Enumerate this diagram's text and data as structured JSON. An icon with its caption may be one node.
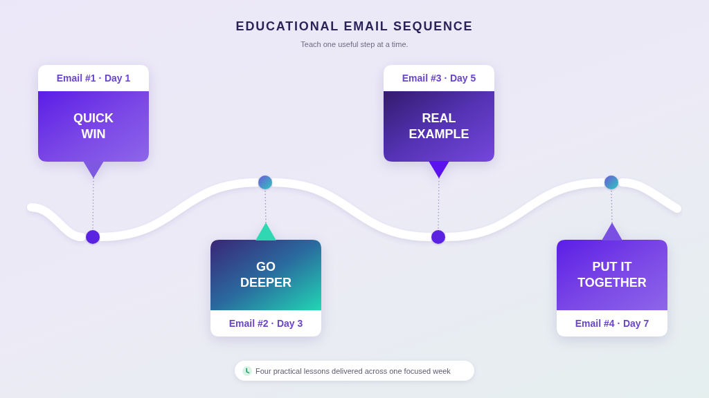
{
  "diagram": {
    "title": "EDUCATIONAL EMAIL SEQUENCE",
    "nodes": [
      {
        "text": [
          "Email #1 · Day 1",
          "QUICK WIN"
        ]
      },
      {
        "text": [
          "GO DEEPER",
          "Email #2 · Day 3"
        ]
      },
      {
        "text": [
          "Email #3 · Day 5",
          "REAL EXAMPLE"
        ]
      },
      {
        "text": [
          "PUT IT TOGETHER",
          "Email #4 · Day 7"
        ]
      },
      {
        "text": [],
        "shape": "circle"
      },
      {
        "text": [],
        "shape": "circle"
      },
      {
        "text": [],
        "shape": "circle"
      },
      {
        "text": [],
        "shape": "circle"
      }
    ],
    "edges": [
      {
        "from": 0,
        "to": 4,
        "arrow": "none",
        "style": "dashed"
      },
      {
        "from": 1,
        "to": 5,
        "arrow": "none",
        "style": "dashed"
      },
      {
        "from": 2,
        "to": 6,
        "arrow": "none",
        "style": "dashed"
      },
      {
        "from": 3,
        "to": 7,
        "arrow": "none",
        "style": "dashed"
      },
      {
        "from": 4,
        "to": 5,
        "arrow": "none",
        "style": "thick",
        "color": "#ffffff"
      },
      {
        "from": 5,
        "to": 6,
        "arrow": "none",
        "style": "thick",
        "color": "#ffffff"
      },
      {
        "from": 6,
        "to": 7,
        "arrow": "none",
        "style": "thick",
        "color": "#ffffff"
      }
    ],
    "labels": [
      "Teach one useful step at a time.",
      "Four practical lessons delivered across one focused week"
    ]
  }
}
